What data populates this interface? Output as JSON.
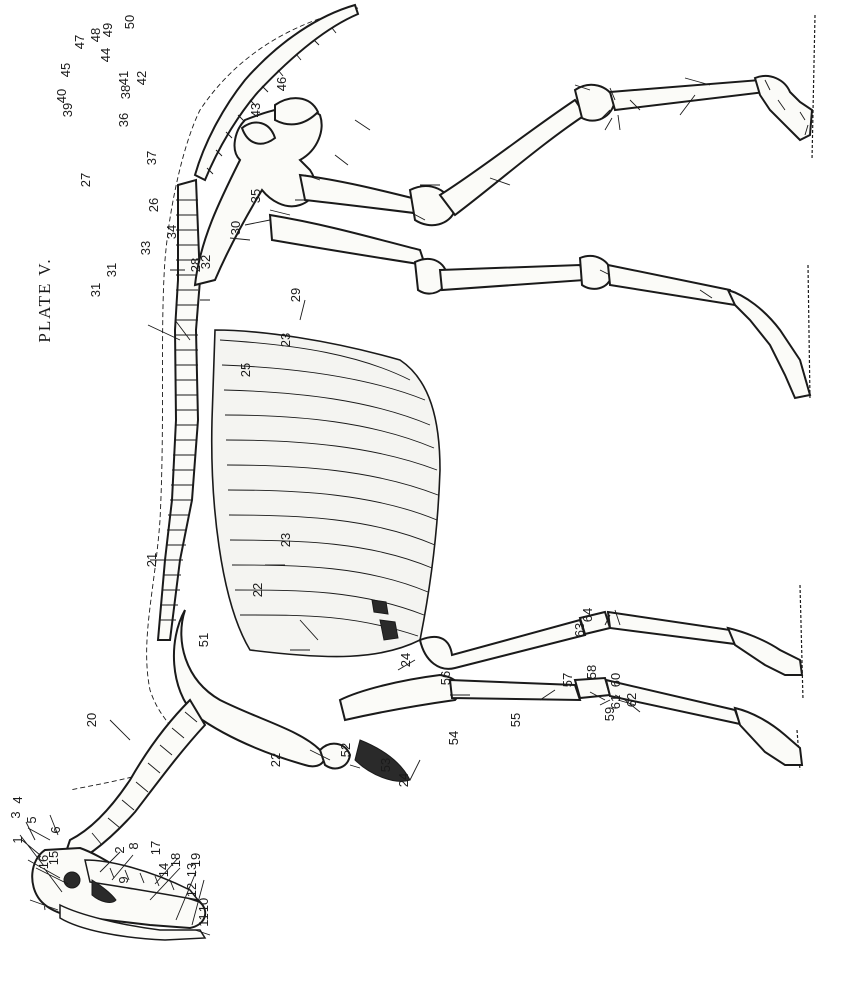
{
  "plate": {
    "title": "PLATE V.",
    "labels": [
      {
        "id": "1",
        "text": "1"
      },
      {
        "id": "2",
        "text": "2"
      },
      {
        "id": "3",
        "text": "3"
      },
      {
        "id": "4",
        "text": "4"
      },
      {
        "id": "5",
        "text": "5"
      },
      {
        "id": "6",
        "text": "6"
      },
      {
        "id": "8",
        "text": "8"
      },
      {
        "id": "9",
        "text": "9"
      },
      {
        "id": "10",
        "text": "10"
      },
      {
        "id": "11",
        "text": "11"
      },
      {
        "id": "12",
        "text": "12"
      },
      {
        "id": "13",
        "text": "13"
      },
      {
        "id": "14",
        "text": "14"
      },
      {
        "id": "15",
        "text": "15"
      },
      {
        "id": "16",
        "text": "16"
      },
      {
        "id": "17",
        "text": "17"
      },
      {
        "id": "18",
        "text": "18"
      },
      {
        "id": "19",
        "text": "19"
      },
      {
        "id": "20",
        "text": "20"
      },
      {
        "id": "21",
        "text": "21"
      },
      {
        "id": "22a",
        "text": "22"
      },
      {
        "id": "22b",
        "text": "22"
      },
      {
        "id": "23a",
        "text": "23"
      },
      {
        "id": "23b",
        "text": "23"
      },
      {
        "id": "24a",
        "text": "24"
      },
      {
        "id": "24b",
        "text": "24"
      },
      {
        "id": "25",
        "text": "25"
      },
      {
        "id": "26",
        "text": "26"
      },
      {
        "id": "27",
        "text": "27"
      },
      {
        "id": "28",
        "text": "28"
      },
      {
        "id": "29",
        "text": "29"
      },
      {
        "id": "30",
        "text": "30"
      },
      {
        "id": "31a",
        "text": "31"
      },
      {
        "id": "31b",
        "text": "31"
      },
      {
        "id": "32",
        "text": "32"
      },
      {
        "id": "33",
        "text": "33"
      },
      {
        "id": "34",
        "text": "34"
      },
      {
        "id": "35",
        "text": "35"
      },
      {
        "id": "36",
        "text": "36"
      },
      {
        "id": "37",
        "text": "37"
      },
      {
        "id": "38",
        "text": "38"
      },
      {
        "id": "39",
        "text": "39"
      },
      {
        "id": "40",
        "text": "40"
      },
      {
        "id": "41",
        "text": "41"
      },
      {
        "id": "42",
        "text": "42"
      },
      {
        "id": "43",
        "text": "43"
      },
      {
        "id": "44",
        "text": "44"
      },
      {
        "id": "45",
        "text": "45"
      },
      {
        "id": "46",
        "text": "46"
      },
      {
        "id": "47",
        "text": "47"
      },
      {
        "id": "48",
        "text": "48"
      },
      {
        "id": "49",
        "text": "49"
      },
      {
        "id": "50",
        "text": "50"
      },
      {
        "id": "51",
        "text": "51"
      },
      {
        "id": "52",
        "text": "52"
      },
      {
        "id": "53",
        "text": "53"
      },
      {
        "id": "54",
        "text": "54"
      },
      {
        "id": "55",
        "text": "55"
      },
      {
        "id": "56",
        "text": "56"
      },
      {
        "id": "57",
        "text": "57"
      },
      {
        "id": "58",
        "text": "58"
      },
      {
        "id": "59",
        "text": "59"
      },
      {
        "id": "60",
        "text": "60"
      },
      {
        "id": "61",
        "text": "61"
      },
      {
        "id": "62",
        "text": "62"
      },
      {
        "id": "63",
        "text": "63"
      },
      {
        "id": "64",
        "text": "64"
      }
    ]
  }
}
